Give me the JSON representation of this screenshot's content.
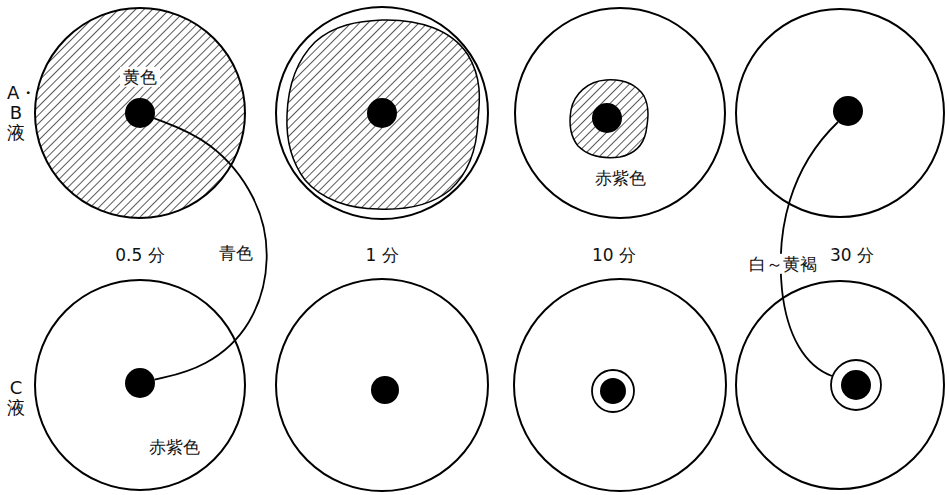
{
  "diagram": {
    "nodes": [
      {
        "text": [
          "黄色"
        ]
      },
      {
        "text": [
          "赤紫色"
        ]
      },
      {
        "text": [
          "赤紫色"
        ]
      }
    ],
    "edges": [
      {
        "from": 0,
        "to": 2,
        "arrow": "none",
        "label": "青色"
      }
    ],
    "labels": [
      "A・B液",
      "C液",
      "0.5 分",
      "1 分",
      "10 分",
      "30 分",
      "白～黄褐"
    ]
  }
}
